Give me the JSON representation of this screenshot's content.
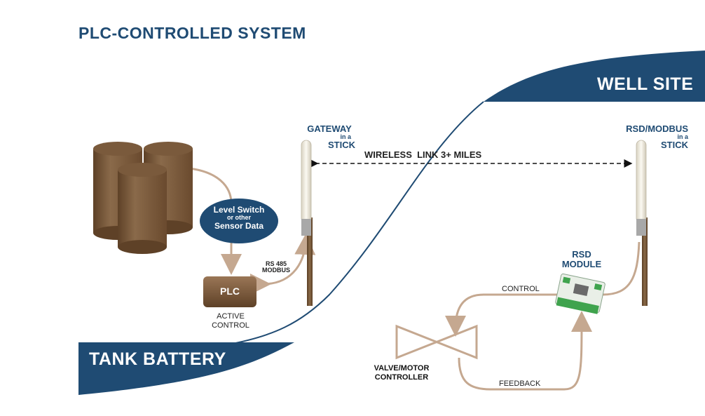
{
  "title": "PLC-CONTROLLED SYSTEM",
  "well_site": "WELL SITE",
  "tank_battery": "TANK BATTERY",
  "gateway": {
    "line1": "GATEWAY",
    "line2": "in a",
    "line3": "STICK"
  },
  "rsd_modbus": {
    "line1": "RSD/MODBUS",
    "line2": "in a",
    "line3": "STICK"
  },
  "wireless_link": "WIRELESS  LINK 3+ MILES",
  "sensor_bubble": {
    "line1": "Level Switch",
    "line2": "or other",
    "line3": "Sensor Data"
  },
  "rs485": {
    "line1": "RS 485",
    "line2": "MODBUS"
  },
  "plc": "PLC",
  "active_control": {
    "line1": "ACTIVE",
    "line2": "CONTROL"
  },
  "rsd_module": {
    "line1": "RSD",
    "line2": "MODULE"
  },
  "control": "CONTROL",
  "feedback": "FEEDBACK",
  "valve_controller": {
    "line1": "VALVE/MOTOR",
    "line2": "CONTROLLER"
  },
  "colors": {
    "navy": "#1f4b73",
    "tank_brown": "#7a5a3c",
    "line_tan": "#c5a890",
    "antenna_white": "#f2efe6",
    "green_module": "#3fa34d"
  }
}
